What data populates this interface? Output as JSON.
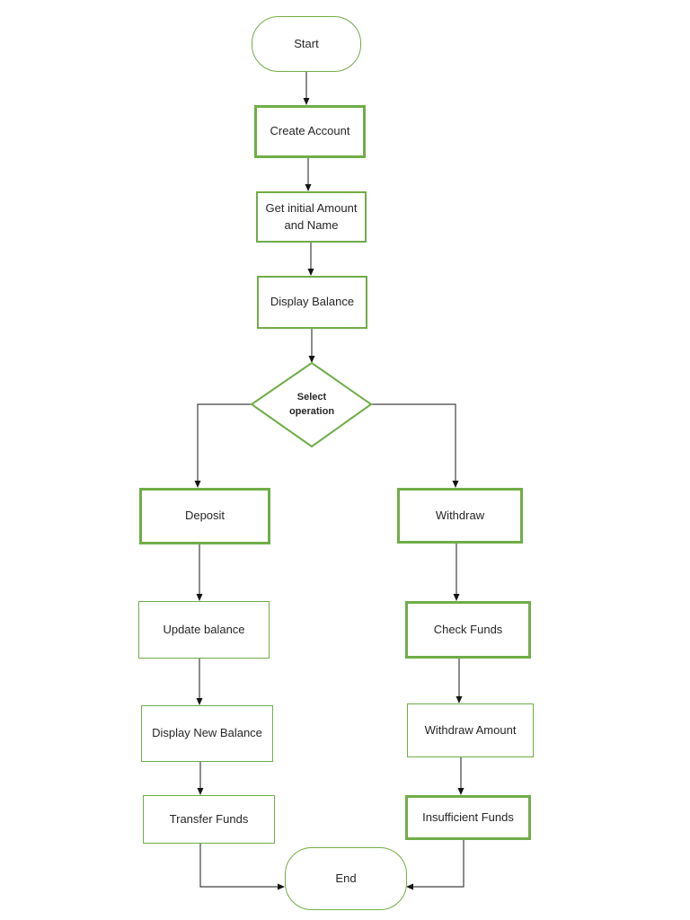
{
  "colors": {
    "shape-border": "#70ad47",
    "connector": "#404040",
    "arrowhead": "#141414",
    "text": "#262626",
    "background": "#ffffff"
  },
  "diagram": {
    "type": "flowchart",
    "nodes": [
      {
        "id": "start",
        "label": "Start",
        "shape": "terminator"
      },
      {
        "id": "create-account",
        "label": "Create Account",
        "shape": "process"
      },
      {
        "id": "get-initial",
        "label": "Get initial Amount and Name",
        "shape": "process"
      },
      {
        "id": "display-balance",
        "label": "Display Balance",
        "shape": "process"
      },
      {
        "id": "select-operation",
        "label": "Select operation",
        "shape": "decision"
      },
      {
        "id": "deposit",
        "label": "Deposit",
        "shape": "process"
      },
      {
        "id": "update-balance",
        "label": "Update balance",
        "shape": "process"
      },
      {
        "id": "display-new-balance",
        "label": "Display New Balance",
        "shape": "process"
      },
      {
        "id": "transfer-funds",
        "label": "Transfer Funds",
        "shape": "process"
      },
      {
        "id": "withdraw",
        "label": "Withdraw",
        "shape": "process"
      },
      {
        "id": "check-funds",
        "label": "Check Funds",
        "shape": "process"
      },
      {
        "id": "withdraw-amount",
        "label": "Withdraw Amount",
        "shape": "process"
      },
      {
        "id": "insufficient-funds",
        "label": "Insufficient Funds",
        "shape": "process"
      },
      {
        "id": "end",
        "label": "End",
        "shape": "terminator"
      }
    ],
    "edges": [
      {
        "from": "start",
        "to": "create-account"
      },
      {
        "from": "create-account",
        "to": "get-initial"
      },
      {
        "from": "get-initial",
        "to": "display-balance"
      },
      {
        "from": "display-balance",
        "to": "select-operation"
      },
      {
        "from": "select-operation",
        "to": "deposit"
      },
      {
        "from": "select-operation",
        "to": "withdraw"
      },
      {
        "from": "deposit",
        "to": "update-balance"
      },
      {
        "from": "update-balance",
        "to": "display-new-balance"
      },
      {
        "from": "display-new-balance",
        "to": "transfer-funds"
      },
      {
        "from": "transfer-funds",
        "to": "end"
      },
      {
        "from": "withdraw",
        "to": "check-funds"
      },
      {
        "from": "check-funds",
        "to": "withdraw-amount"
      },
      {
        "from": "withdraw-amount",
        "to": "insufficient-funds"
      },
      {
        "from": "insufficient-funds",
        "to": "end"
      }
    ]
  }
}
